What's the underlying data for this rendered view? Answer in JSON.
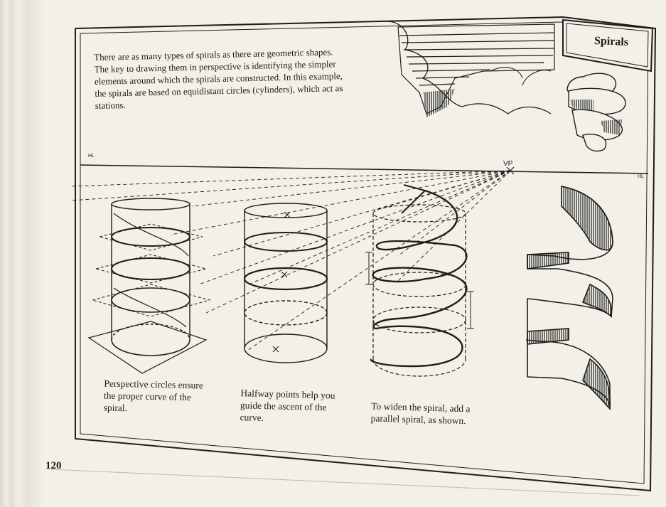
{
  "page": {
    "title": "Spirals",
    "page_number": "120",
    "intro": "There are as many types of spirals as there are geometric shapes. The key to drawing them in perspective is identifying the simpler elements around which the spirals are constructed. In this example, the spirals are based on equidistant circles (cylinders), which act as stations.",
    "captions": [
      "Perspective circles ensure the proper curve of the spiral.",
      "Halfway points help you guide the ascent of the curve.",
      "To widen the spiral, add a parallel spiral, as shown."
    ],
    "labels": {
      "horizon_left": "HL",
      "horizon_right": "HL",
      "vanishing_point": "VP"
    }
  },
  "colors": {
    "paper": "#f3f0e8",
    "ink": "#1d1d1d",
    "background": "#3d3a35"
  }
}
